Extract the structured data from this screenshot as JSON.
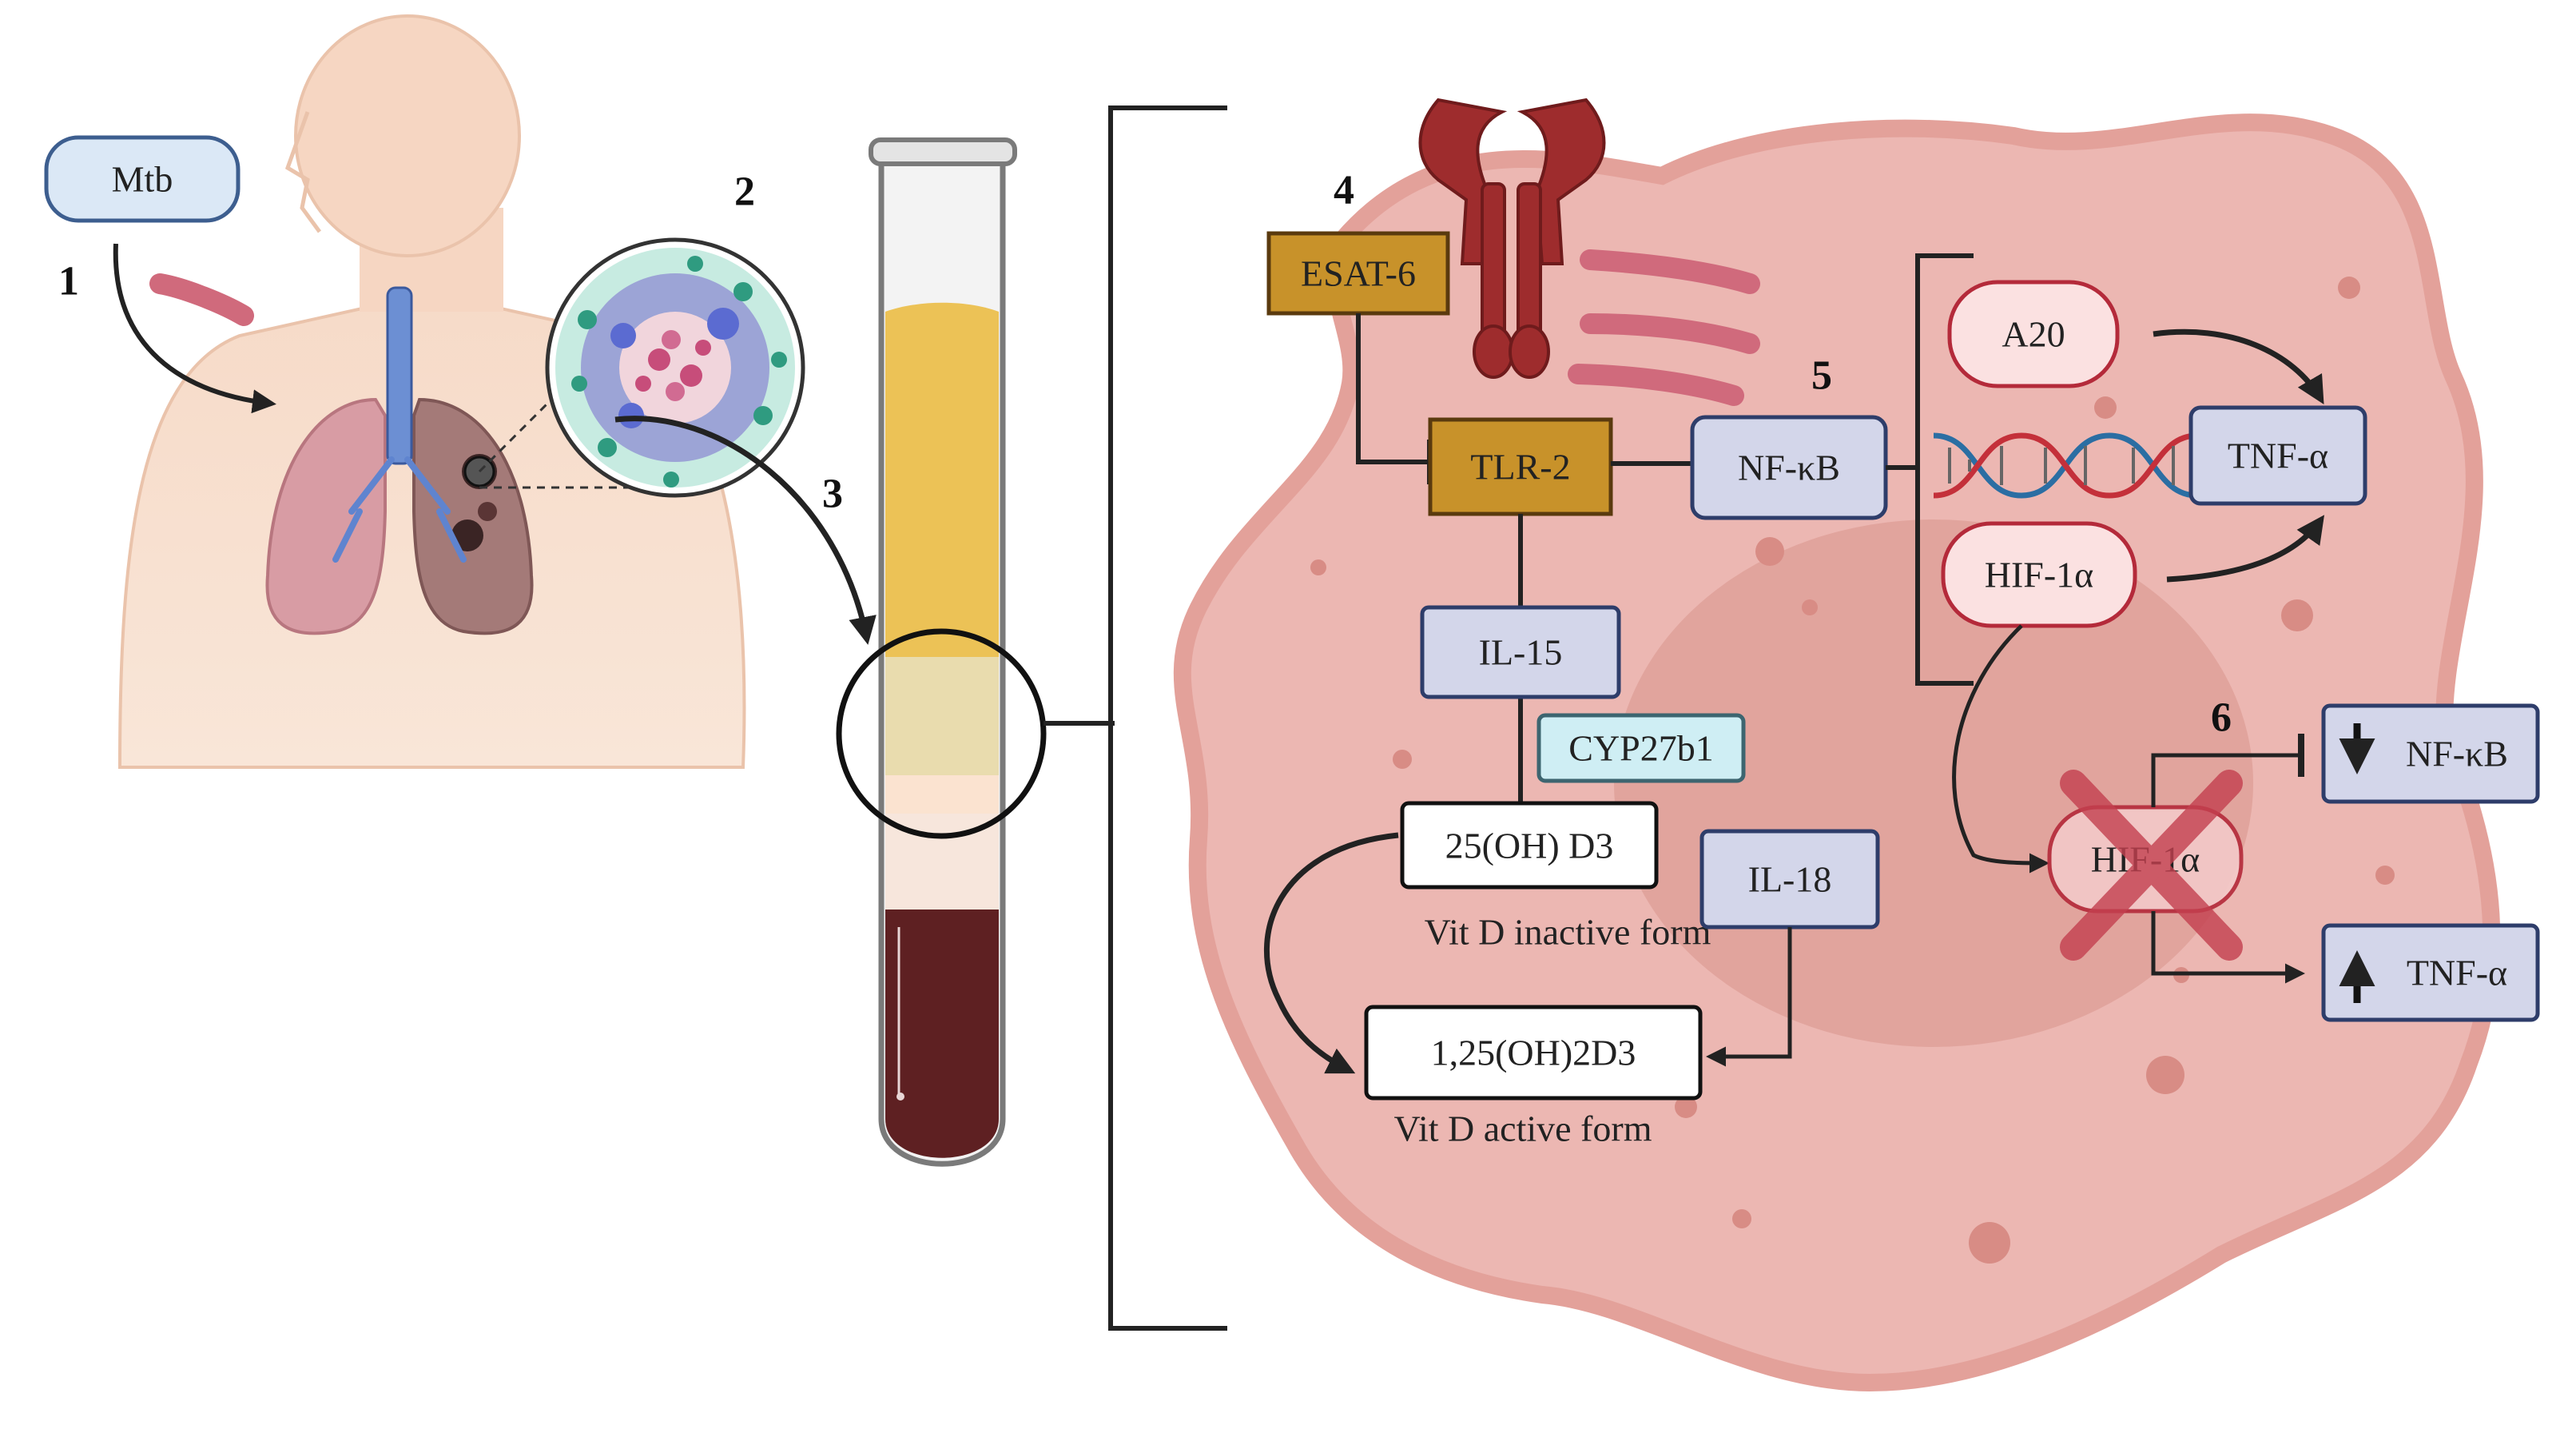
{
  "steps": {
    "s1": "1",
    "s2": "2",
    "s3": "3",
    "s4": "4",
    "s5": "5",
    "s6": "6"
  },
  "labels": {
    "mtb": "Mtb",
    "esat6": "ESAT-6",
    "tlr2": "TLR-2",
    "nfkb": "NF-κB",
    "a20": "A20",
    "tnfa": "TNF-α",
    "hif1a": "HIF-1α",
    "hif1a_inhibited": "HIF-1α",
    "il15": "IL-15",
    "cyp27b1": "CYP27b1",
    "d3_inactive": "25(OH) D3",
    "d3_inactive_caption": "Vit D inactive form",
    "il18": "IL-18",
    "d3_active": "1,25(OH)2D3",
    "d3_active_caption": "Vit D active form",
    "nfkb_down": "NF-κB",
    "tnfa_up": "TNF-α"
  },
  "colors": {
    "cell": "#ecb7b2",
    "cell_border": "#e3a19a",
    "nucleus": "#de9d96",
    "tlr_box": "#c8922a",
    "protein_box": "#d3d6ea",
    "protein_border": "#2e3d6a",
    "pink_pill": "#fbe1e1",
    "pink_pill_border": "#b42a3a",
    "cyp_box": "#cfeef4",
    "plasma": "#ecc256",
    "blood": "#5e2022",
    "receptor": "#9e2c2d",
    "bacteria": "#d76779",
    "inhibit_x": "#c4404f"
  }
}
